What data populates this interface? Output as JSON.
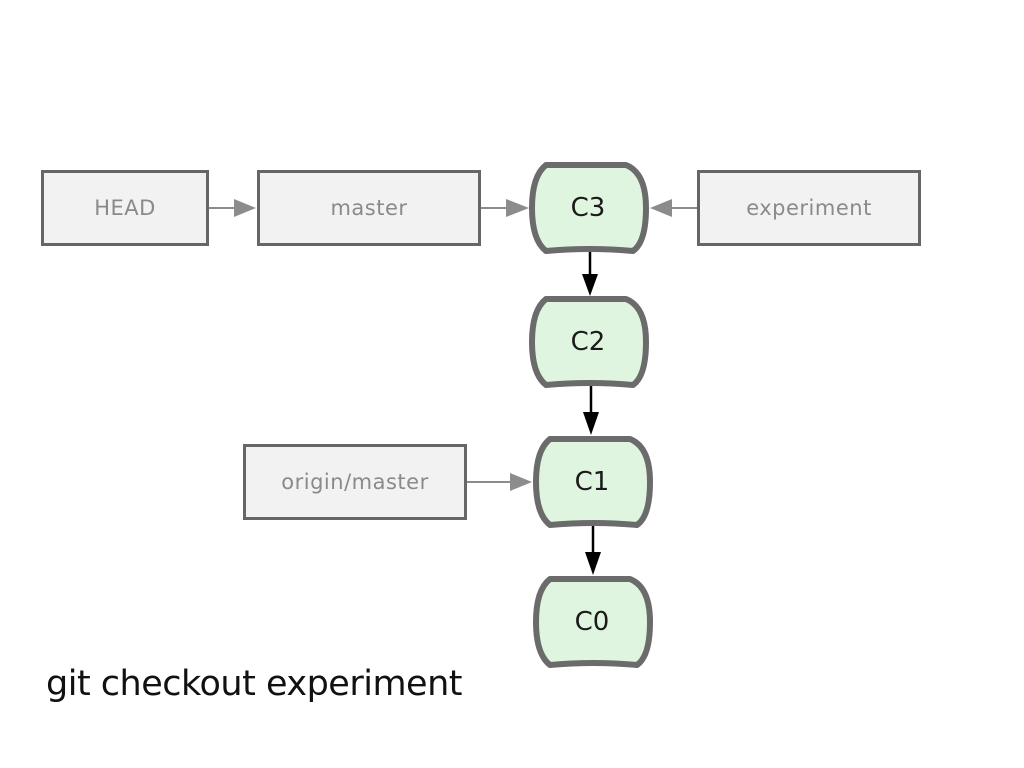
{
  "refs": {
    "head": "HEAD",
    "master": "master",
    "experiment": "experiment",
    "origin_master": "origin/master"
  },
  "commits": {
    "c3": "C3",
    "c2": "C2",
    "c1": "C1",
    "c0": "C0"
  },
  "caption": "git checkout experiment",
  "colors": {
    "commit_fill": "#dff5df",
    "commit_stroke": "#6b6b6b",
    "ref_fill": "#f2f2f2",
    "ref_stroke": "#666666",
    "ref_text": "#8a8a8a",
    "ref_arrow": "#8c8c8c",
    "parent_arrow": "#000000"
  }
}
